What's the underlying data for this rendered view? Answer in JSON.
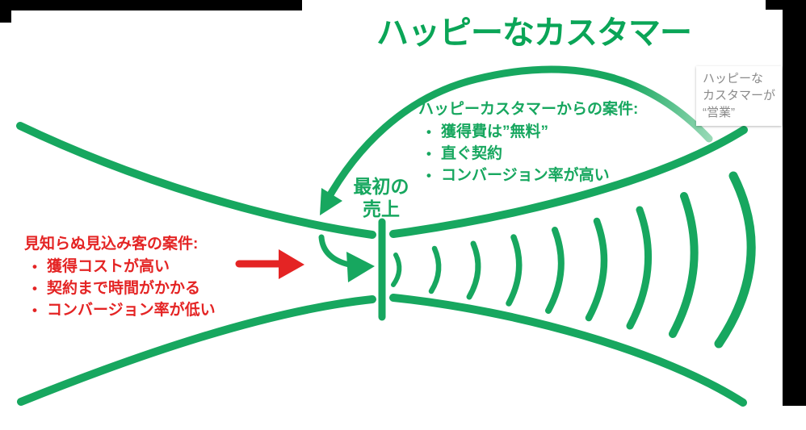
{
  "title": "ハッピーなカスタマー",
  "center_label": {
    "line1": "最初の",
    "line2": "売上"
  },
  "happy_leads": {
    "heading": "ハッピーカスタマーからの案件:",
    "items": [
      "獲得費は”無料”",
      "直ぐ契約",
      "コンバージョン率が高い"
    ]
  },
  "stranger_leads": {
    "heading": "見知らぬ見込み客の案件:",
    "items": [
      "獲得コストが高い",
      "契約まで時間がかかる",
      "コンバージョン率が低い"
    ]
  },
  "referral_note": {
    "line1": "ハッピーな",
    "line2": "カスタマーが",
    "line3": "“営業”"
  },
  "bullet_glyph": "•",
  "colors": {
    "green": "#17a75f",
    "title_green": "#0aa557",
    "light_green": "#9fdcbb",
    "red": "#e42424",
    "gray_text": "#8a8a8a",
    "frame_black": "#000000"
  }
}
